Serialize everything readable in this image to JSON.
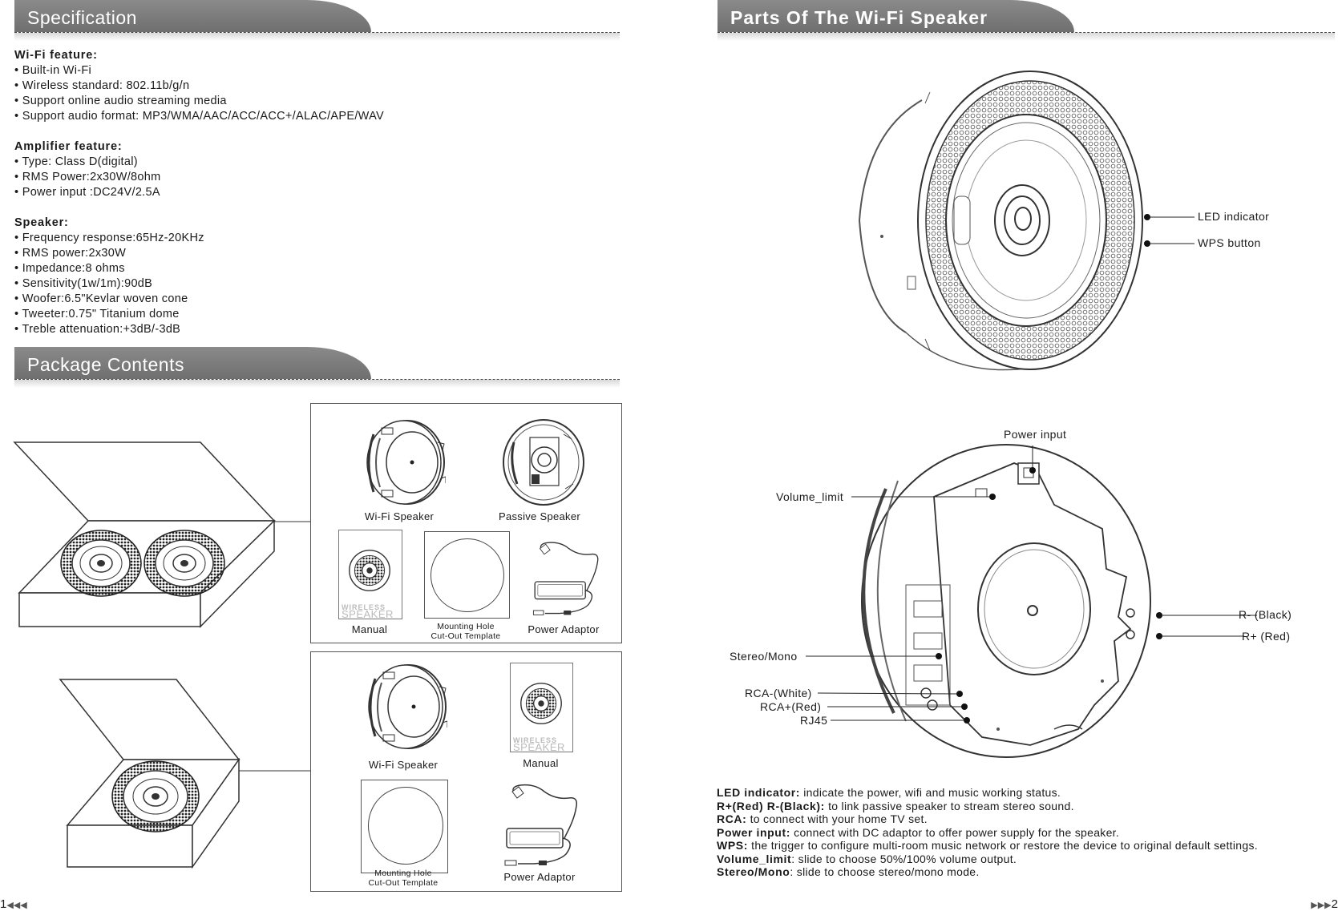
{
  "left_page": {
    "spec_title": "Specification",
    "spec_groups": [
      {
        "heading": "Wi-Fi feature:",
        "items": [
          "Built-in Wi-Fi",
          "Wireless standard: 802.11b/g/n",
          "Support online audio streaming media",
          "Support audio format: MP3/WMA/AAC/ACC/ACC+/ALAC/APE/WAV"
        ]
      },
      {
        "heading": "Amplifier feature:",
        "items": [
          "Type: Class D(digital)",
          "RMS Power:2x30W/8ohm",
          "Power input :DC24V/2.5A"
        ]
      },
      {
        "heading": "Speaker:",
        "items": [
          "Frequency response:65Hz-20KHz",
          "RMS power:2x30W",
          "Impedance:8 ohms",
          "Sensitivity(1w/1m):90dB",
          "Woofer:6.5\"Kevlar woven cone",
          "Tweeter:0.75\" Titanium dome",
          "Treble attenuation:+3dB/-3dB"
        ]
      }
    ],
    "package_title": "Package Contents",
    "package_a": {
      "wifi_speaker": "Wi-Fi Speaker",
      "passive_speaker": "Passive Speaker",
      "manual": "Manual",
      "template_line1": "Mounting Hole",
      "template_line2": "Cut-Out Template",
      "power_adaptor": "Power Adaptor"
    },
    "package_b": {
      "wifi_speaker": "Wi-Fi Speaker",
      "manual": "Manual",
      "template_line1": "Mounting Hole",
      "template_line2": "Cut-Out Template",
      "power_adaptor": "Power Adaptor"
    },
    "manual_cover_line1": "WIRELESS",
    "manual_cover_line2": "SPEAKER",
    "page_number": "1"
  },
  "right_page": {
    "title": "Parts Of The Wi-Fi Speaker",
    "front_callouts": {
      "led": "LED indicator",
      "wps": "WPS button"
    },
    "back_callouts": {
      "power_input": "Power input",
      "volume_limit": "Volume_limit",
      "r_minus": "R- (Black)",
      "r_plus": "R+ (Red)",
      "stereo_mono": "Stereo/Mono",
      "rca_white": "RCA-(White)",
      "rca_red": "RCA+(Red)",
      "rj45": "RJ45"
    },
    "descriptions": [
      {
        "term": "LED indicator:",
        "text": " indicate the power, wifi and music working status."
      },
      {
        "term": "R+(Red) R-(Black):",
        "text": " to link passive speaker to stream stereo sound."
      },
      {
        "term": "RCA:",
        "text": " to connect with your home TV set."
      },
      {
        "term": "Power input:",
        "text": " connect with DC adaptor to offer power supply for the speaker."
      },
      {
        "term": "WPS:",
        "text": " the trigger to configure multi-room music network or restore the device to original default settings."
      },
      {
        "term": "Volume_limit",
        "text": ": slide to choose 50%/100% volume output."
      },
      {
        "term": "Stereo/Mono",
        "text": ": slide to choose stereo/mono mode."
      }
    ],
    "page_number": "2"
  }
}
